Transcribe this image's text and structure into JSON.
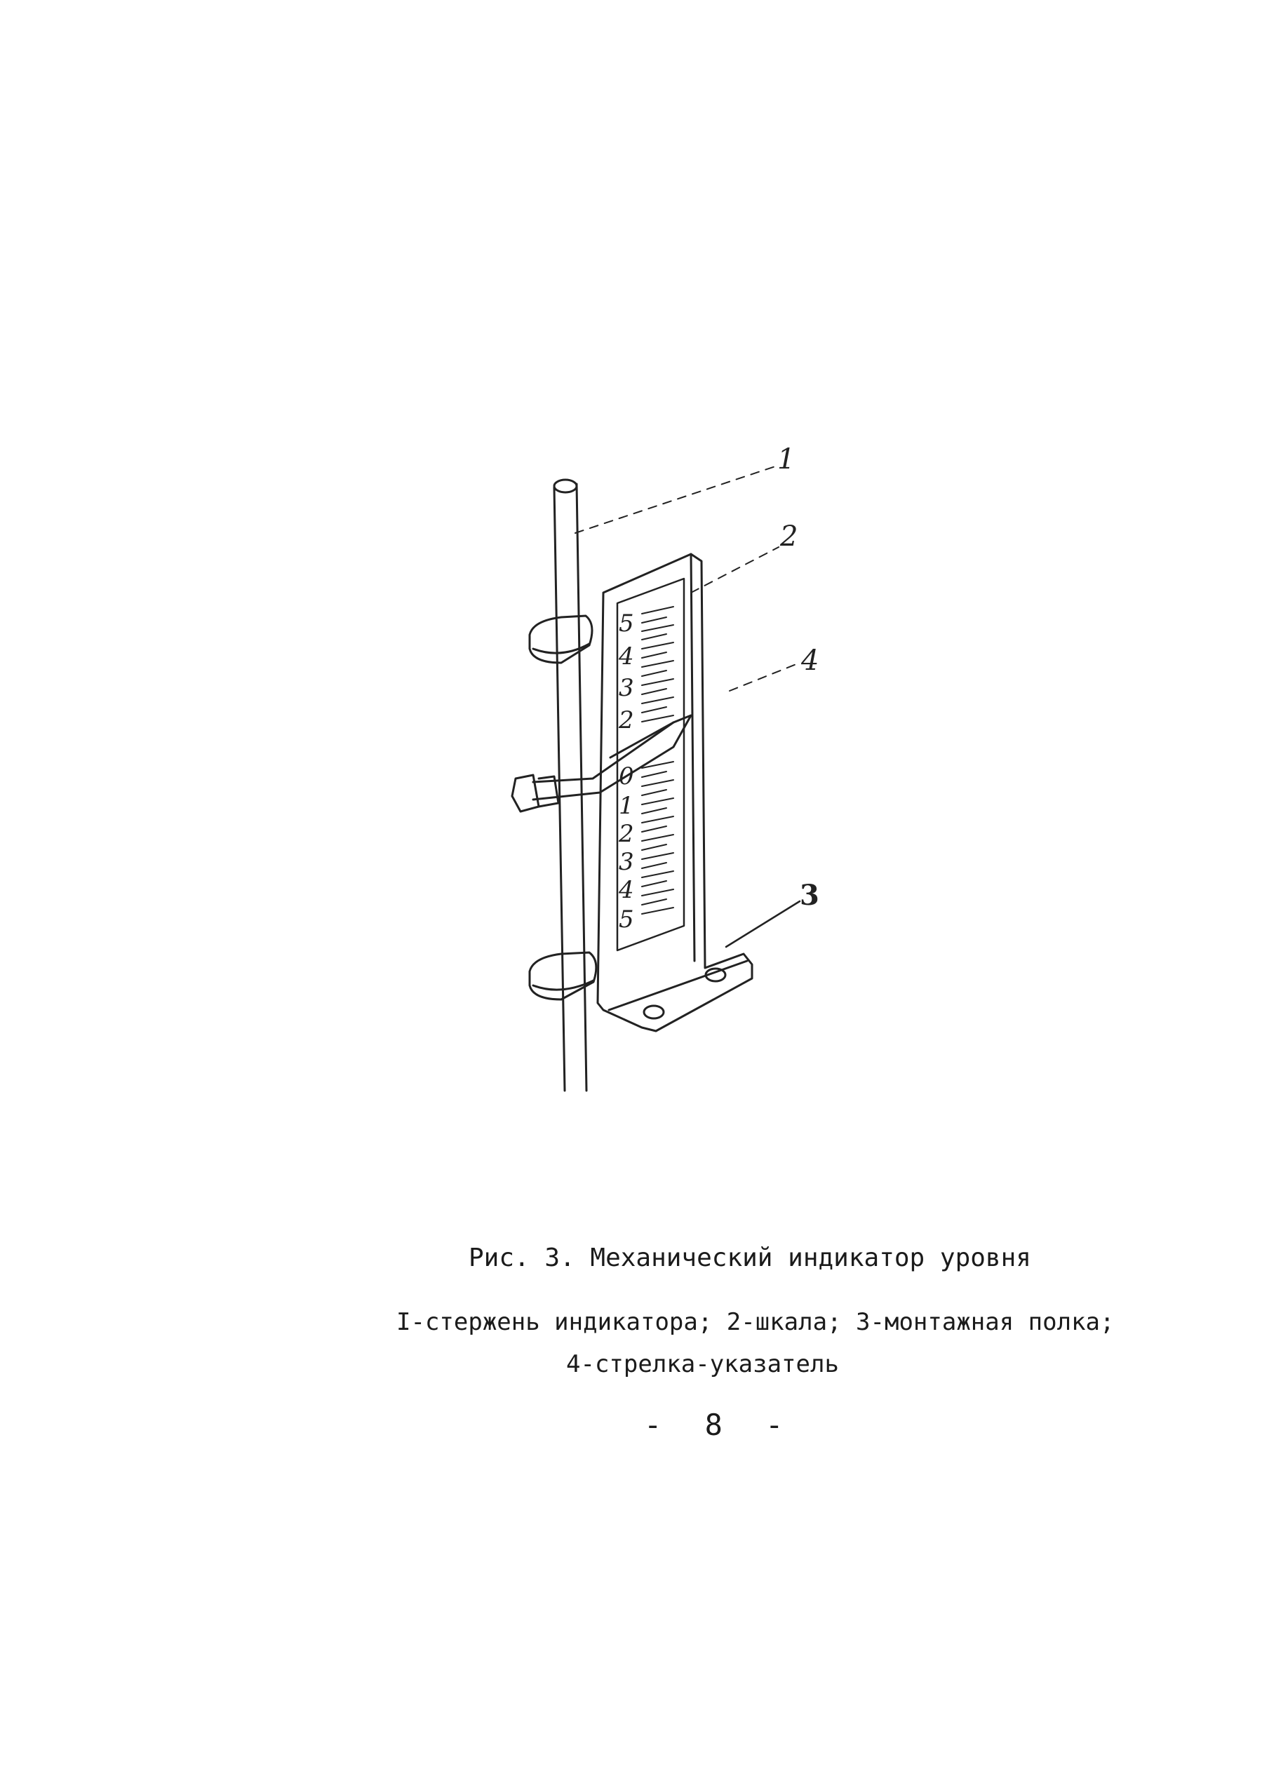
{
  "figure": {
    "callouts": [
      "1",
      "2",
      "4",
      "3"
    ],
    "scale_upper": [
      "5",
      "4",
      "3",
      "2"
    ],
    "scale_lower": [
      "0",
      "1",
      "2",
      "3",
      "4",
      "5"
    ]
  },
  "caption": {
    "title": "Рис. 3. Механический индикатор уровня",
    "legend_line1": "I-стержень индикатора; 2-шкала; 3-монтажная полка;",
    "legend_line2": "4-стрелка-указатель"
  },
  "page_number": "- 8 -"
}
